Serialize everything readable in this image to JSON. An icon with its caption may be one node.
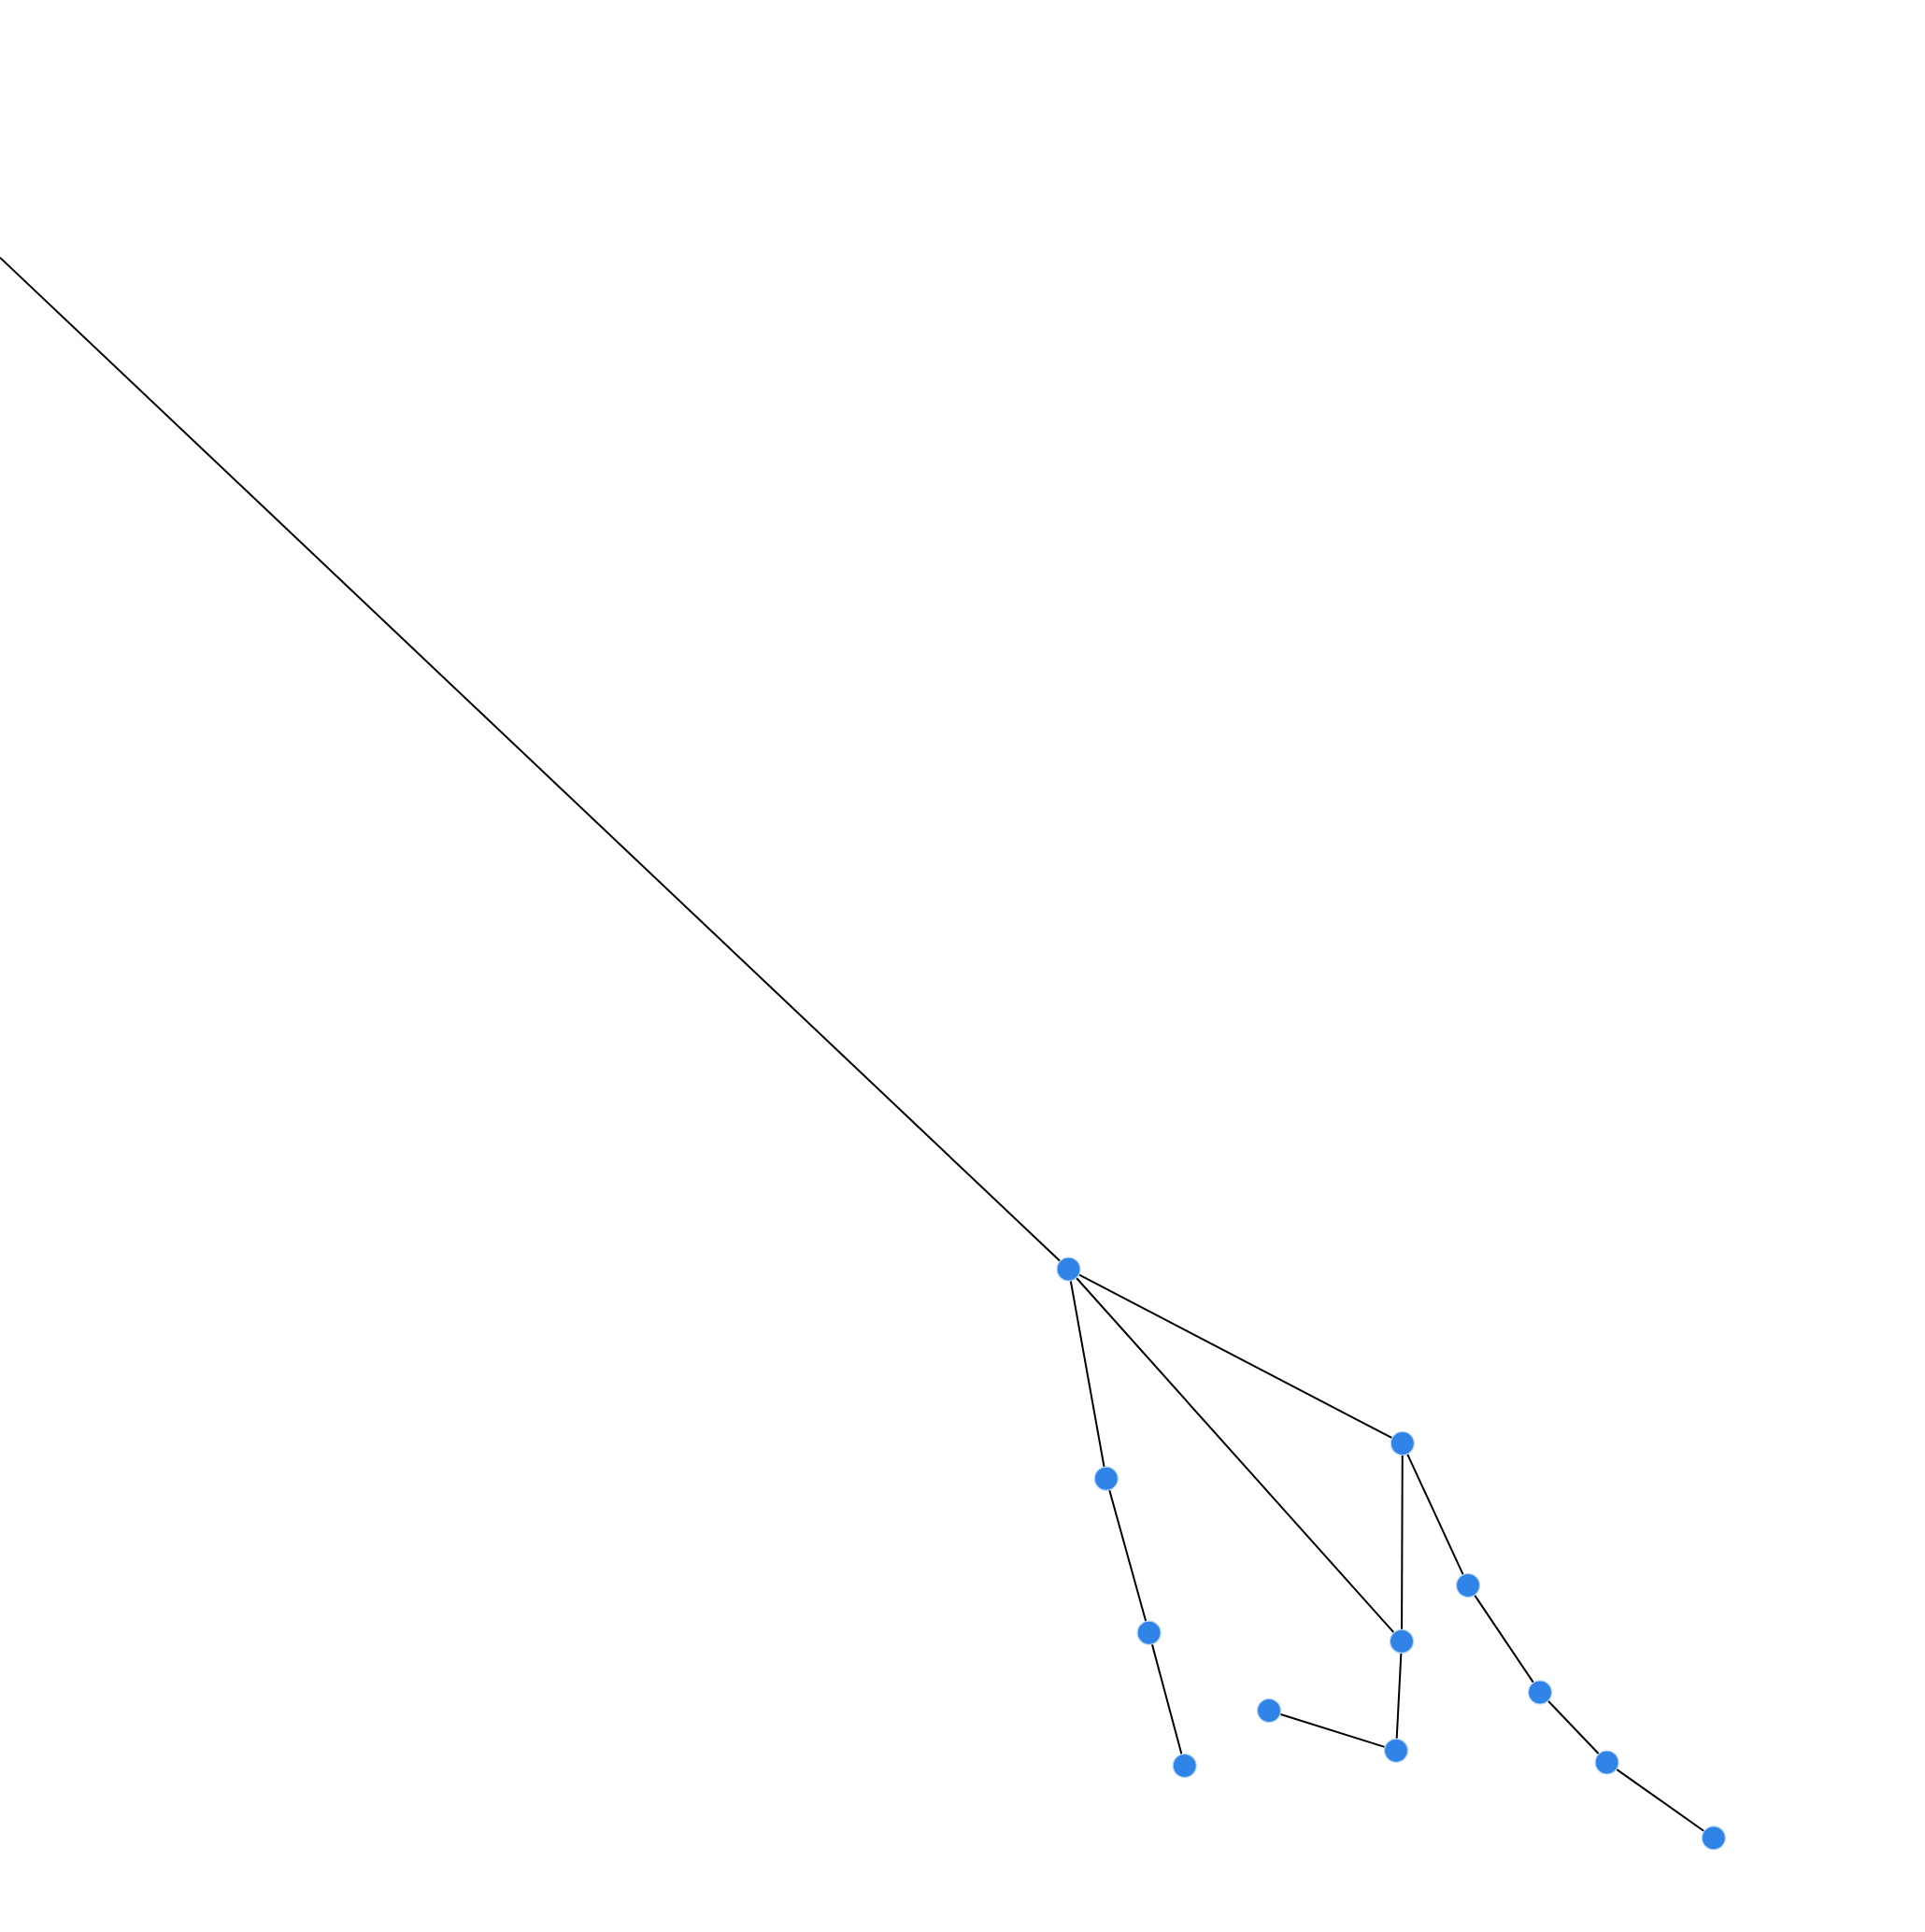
{
  "diagram": {
    "nodes": [
      {
        "text": [],
        "shape": "circle"
      },
      {
        "text": [],
        "shape": "circle"
      },
      {
        "text": [],
        "shape": "circle"
      },
      {
        "text": [],
        "shape": "circle"
      },
      {
        "text": [],
        "shape": "circle"
      },
      {
        "text": [],
        "shape": "circle"
      },
      {
        "text": [],
        "shape": "circle"
      },
      {
        "text": [],
        "shape": "circle"
      },
      {
        "text": [],
        "shape": "circle"
      },
      {
        "text": [],
        "shape": "circle"
      },
      {
        "text": [],
        "shape": "circle"
      },
      {
        "text": [],
        "shape": "circle"
      }
    ],
    "edges": [
      {
        "from": null,
        "to": 0,
        "arrow": "none"
      },
      {
        "from": 0,
        "to": 1,
        "arrow": "none"
      },
      {
        "from": 1,
        "to": 2,
        "arrow": "none"
      },
      {
        "from": 2,
        "to": 3,
        "arrow": "none"
      },
      {
        "from": 0,
        "to": 4,
        "arrow": "none"
      },
      {
        "from": 0,
        "to": 5,
        "arrow": "none"
      },
      {
        "from": 4,
        "to": 5,
        "arrow": "none"
      },
      {
        "from": 4,
        "to": 6,
        "arrow": "none"
      },
      {
        "from": 6,
        "to": 7,
        "arrow": "none"
      },
      {
        "from": 7,
        "to": 8,
        "arrow": "none"
      },
      {
        "from": 8,
        "to": 9,
        "arrow": "none"
      },
      {
        "from": 5,
        "to": 11,
        "arrow": "none"
      },
      {
        "from": 10,
        "to": 11,
        "arrow": "none"
      }
    ]
  }
}
